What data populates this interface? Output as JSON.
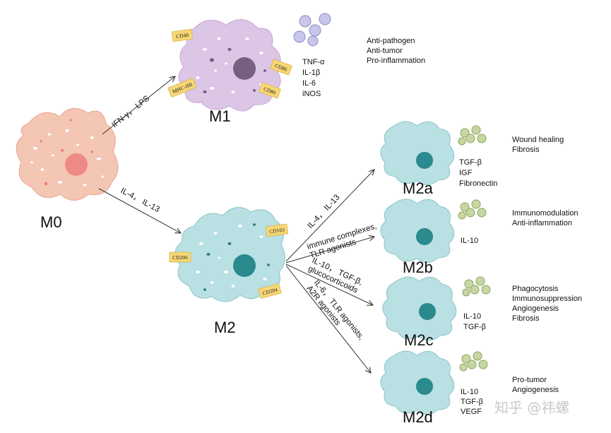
{
  "cells": {
    "m0": {
      "label": "M0"
    },
    "m1": {
      "label": "M1",
      "receptors": [
        "CD40",
        "CD86",
        "CD80",
        "MHC-IIR"
      ],
      "cytokines": [
        "TNF-α",
        "IL-1β",
        "IL-6",
        "iNOS"
      ],
      "functions": [
        "Anti-pathogen",
        "Anti-tumor",
        "Pro-inflammation"
      ]
    },
    "m2": {
      "label": "M2",
      "receptors": [
        "CD163",
        "CD206",
        "CD204"
      ]
    },
    "m2a": {
      "label": "M2a",
      "cytokines": [
        "TGF-β",
        "IGF",
        "Fibronectin"
      ],
      "functions": [
        "Wound healing",
        "Fibrosis"
      ]
    },
    "m2b": {
      "label": "M2b",
      "cytokines": [
        "IL-10"
      ],
      "functions": [
        "Immunomodulation",
        "Anti-inflammation"
      ]
    },
    "m2c": {
      "label": "M2c",
      "cytokines": [
        "IL-10",
        "TGF-β"
      ],
      "functions": [
        "Phagocytosis",
        "Immunosuppression",
        "Angiogenesis",
        "Fibrosis"
      ]
    },
    "m2d": {
      "label": "M2d",
      "cytokines": [
        "IL-10",
        "TGF-β",
        "VEGF"
      ],
      "functions": [
        "Pro-tumor",
        "Angiogenesis"
      ]
    }
  },
  "arrows": {
    "to_m1": "IFN-γ， LPS",
    "to_m2": "IL-4， IL-13",
    "to_m2a": "IL-4， IL-13",
    "to_m2b": [
      "immune complexes,",
      "TLR agonists"
    ],
    "to_m2c": [
      "IL-10， TGF-β,",
      "glucocorticoids"
    ],
    "to_m2d": [
      "IL-6， TLR agonists,",
      "A2R agonists"
    ]
  },
  "watermark": "知乎 @祎螺",
  "colors": {
    "m0_body": "#f4c6b4",
    "m0_nucleus": "#ee8a86",
    "m1_body": "#dcc6e6",
    "m1_nucleus": "#76607f",
    "m2_body": "#b9e0e3",
    "m2_nucleus": "#2a8a8d",
    "receptor": "#f7d775",
    "vesicle_m1": "#c8c6ea",
    "vesicle_m2": "#c7d7a3"
  }
}
